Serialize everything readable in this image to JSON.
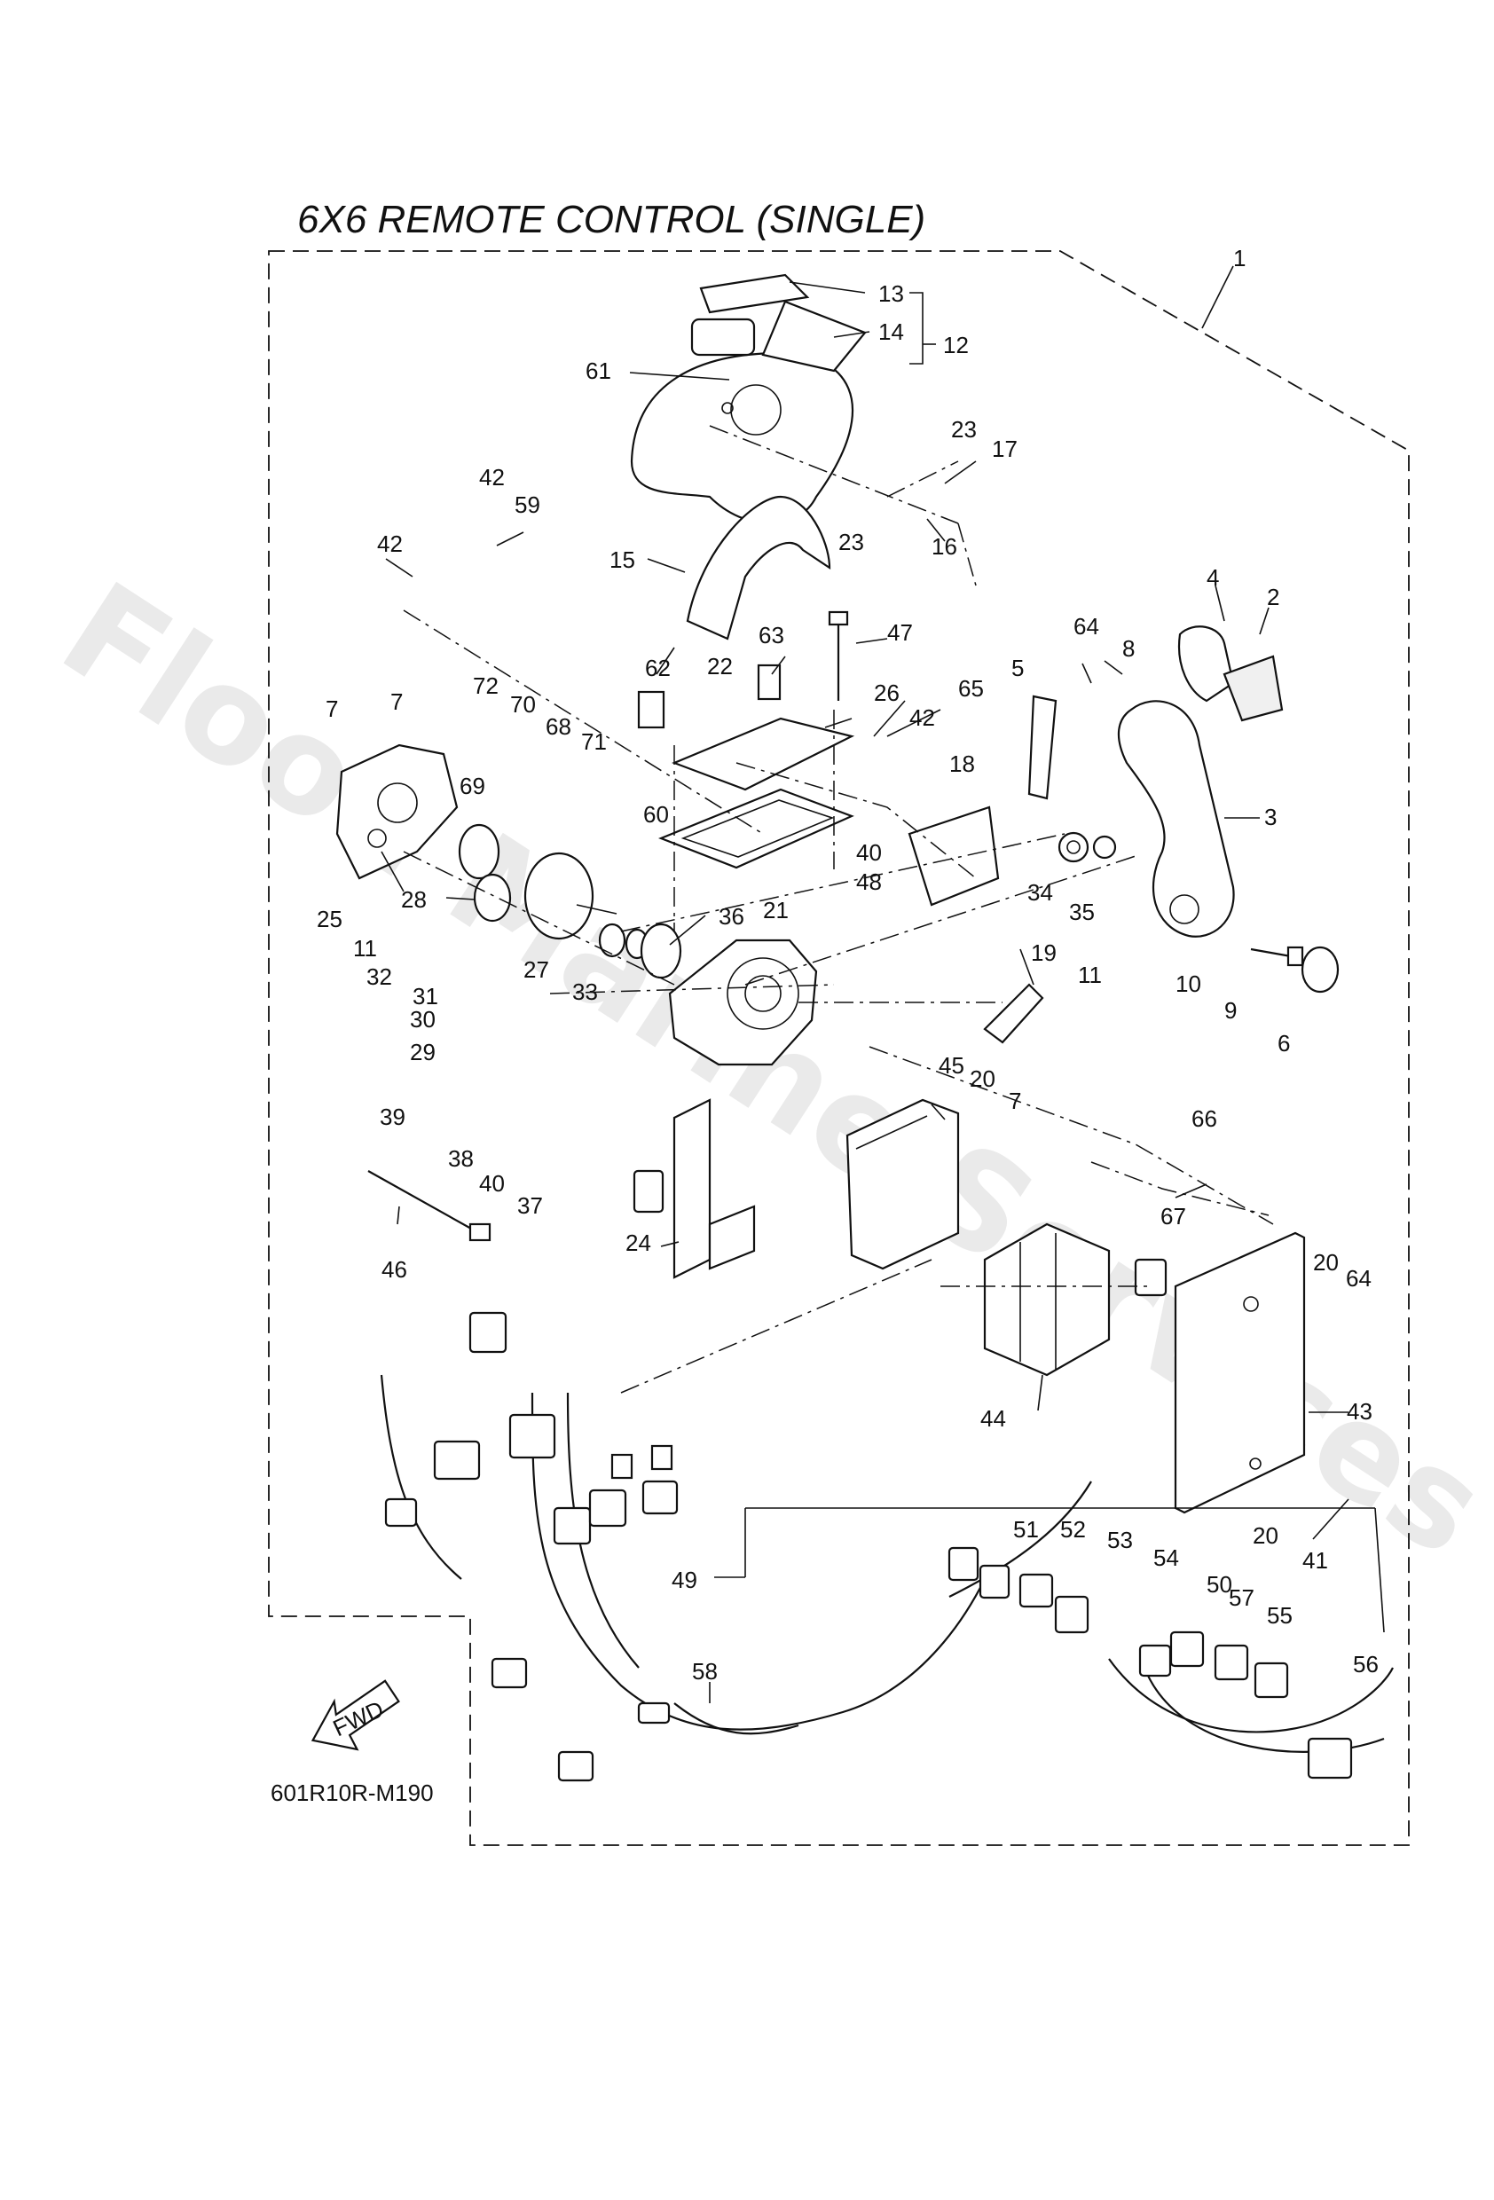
{
  "title": "6X6 REMOTE CONTROL (SINGLE)",
  "diagram_code": "601R10R-M190",
  "fwd_label": "FWD",
  "watermark": "Flood Marine Services",
  "labels": {
    "n1": "1",
    "n2": "2",
    "n3": "3",
    "n4": "4",
    "n5": "5",
    "n6": "6",
    "n7a": "7",
    "n7b": "7",
    "n7c": "7",
    "n8": "8",
    "n9": "9",
    "n10": "10",
    "n11a": "11",
    "n11b": "11",
    "n12": "12",
    "n13": "13",
    "n14": "14",
    "n15": "15",
    "n16": "16",
    "n17": "17",
    "n18": "18",
    "n19": "19",
    "n20a": "20",
    "n20b": "20",
    "n20c": "20",
    "n21": "21",
    "n22": "22",
    "n23a": "23",
    "n23b": "23",
    "n24": "24",
    "n25": "25",
    "n26": "26",
    "n27": "27",
    "n28": "28",
    "n29": "29",
    "n30": "30",
    "n31": "31",
    "n32": "32",
    "n33": "33",
    "n34": "34",
    "n35": "35",
    "n36": "36",
    "n37": "37",
    "n38": "38",
    "n39": "39",
    "n40a": "40",
    "n40b": "40",
    "n41": "41",
    "n42a": "42",
    "n42b": "42",
    "n42c": "42",
    "n43": "43",
    "n44": "44",
    "n45": "45",
    "n46": "46",
    "n47": "47",
    "n48": "48",
    "n49": "49",
    "n50": "50",
    "n51": "51",
    "n52": "52",
    "n53": "53",
    "n54": "54",
    "n55": "55",
    "n56": "56",
    "n57": "57",
    "n58": "58",
    "n59": "59",
    "n60": "60",
    "n61": "61",
    "n62": "62",
    "n63": "63",
    "n64a": "64",
    "n64b": "64",
    "n65": "65",
    "n66": "66",
    "n67": "67",
    "n68": "68",
    "n69": "69",
    "n70": "70",
    "n71": "71",
    "n72": "72"
  },
  "colors": {
    "ink": "#111111",
    "paper": "#ffffff",
    "watermark": "#d9d9d9"
  }
}
